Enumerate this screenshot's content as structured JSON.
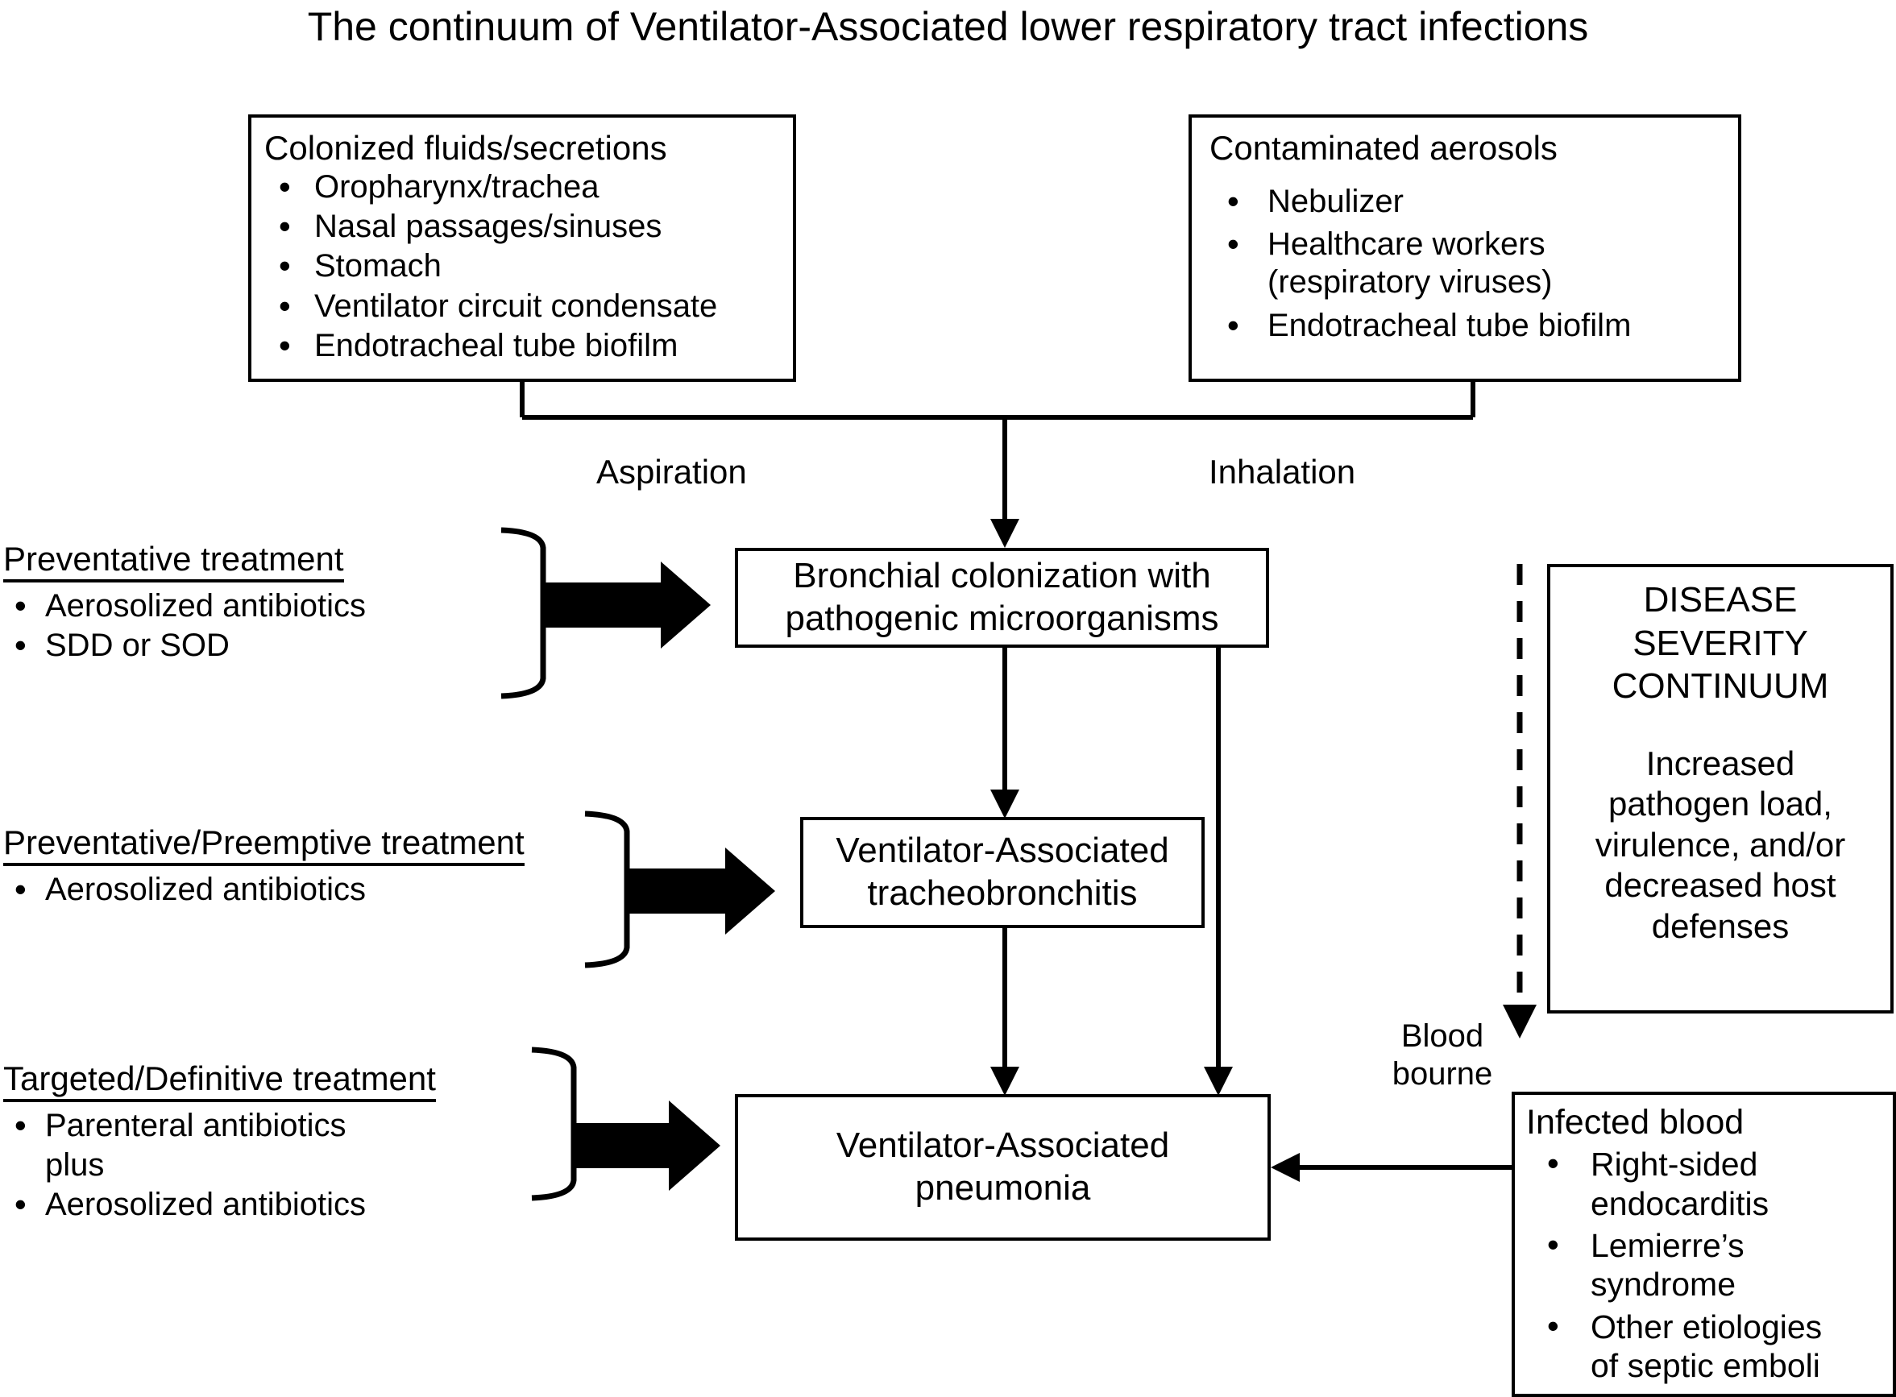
{
  "title": "The continuum of Ventilator-Associated lower respiratory tract infections",
  "sources": {
    "colonized": {
      "title": "Colonized fluids/secretions",
      "items": [
        "Oropharynx/trachea",
        "Nasal passages/sinuses",
        "Stomach",
        "Ventilator circuit condensate",
        "Endotracheal tube biofilm"
      ]
    },
    "aerosols": {
      "title": "Contaminated aerosols",
      "items": [
        "Nebulizer",
        "Healthcare workers\n(respiratory viruses)",
        "Endotracheal tube biofilm"
      ]
    }
  },
  "pathways": {
    "aspiration": "Aspiration",
    "inhalation": "Inhalation",
    "blood_bourne": "Blood\nbourne"
  },
  "stages": {
    "colonization": "Bronchial colonization with\npathogenic microorganisms",
    "tracheobronchitis": "Ventilator-Associated\ntracheobronchitis",
    "pneumonia": "Ventilator-Associated\npneumonia"
  },
  "treatments": [
    {
      "heading": "Preventative treatment",
      "items": [
        {
          "text": "Aerosolized antibiotics",
          "bullet": true
        },
        {
          "text": "SDD or SOD",
          "bullet": true
        }
      ]
    },
    {
      "heading": "Preventative/Preemptive treatment",
      "items": [
        {
          "text": "Aerosolized antibiotics",
          "bullet": true
        }
      ]
    },
    {
      "heading": "Targeted/Definitive treatment",
      "items": [
        {
          "text": "Parenteral antibiotics",
          "bullet": true
        },
        {
          "text": "plus",
          "bullet": false
        },
        {
          "text": "Aerosolized antibiotics",
          "bullet": true
        }
      ]
    }
  ],
  "severity": {
    "heading": "DISEASE\nSEVERITY\nCONTINUUM",
    "body": "Increased\npathogen load,\nvirulence, and/or\ndecreased host\ndefenses"
  },
  "infected_blood": {
    "title": "Infected blood",
    "items": [
      "Right-sided\nendocarditis",
      "Lemierre’s\nsyndrome",
      "Other etiologies\nof septic emboli"
    ]
  },
  "colors": {
    "stroke": "#000000",
    "background": "#ffffff"
  }
}
